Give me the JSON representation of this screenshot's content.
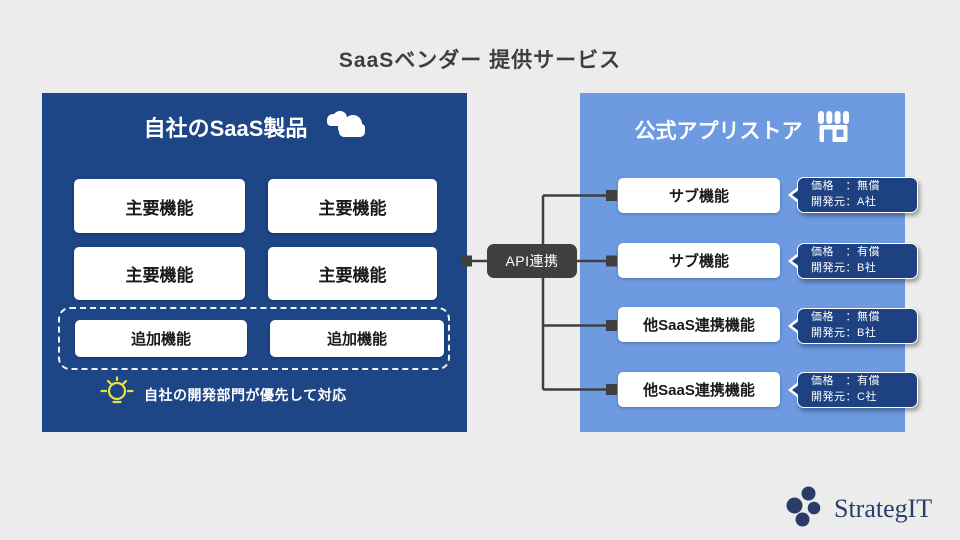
{
  "title": "SaaSベンダー 提供サービス",
  "colors": {
    "background": "#ECECEC",
    "left_panel": "#1E4687",
    "right_panel": "#6D9AE0",
    "connector": "#3F3F3F",
    "tag": "#1E4182",
    "bulb": "#E7E43C",
    "logo": "#2C3C69"
  },
  "left_panel": {
    "title": "自社のSaaS製品",
    "icon": "cloud-icon",
    "features": [
      "主要機能",
      "主要機能",
      "主要機能",
      "主要機能"
    ],
    "additional_features": [
      "追加機能",
      "追加機能"
    ],
    "note": "自社の開発部門が優先して対応"
  },
  "connector": {
    "label": "API連携"
  },
  "right_panel": {
    "title": "公式アプリストア",
    "icon": "store-icon",
    "apps": [
      {
        "name": "サブ機能",
        "price": "価格　：無償",
        "developer": "開発元：A社"
      },
      {
        "name": "サブ機能",
        "price": "価格　：有償",
        "developer": "開発元：B社"
      },
      {
        "name": "他SaaS連携機能",
        "price": "価格　：無償",
        "developer": "開発元：B社"
      },
      {
        "name": "他SaaS連携機能",
        "price": "価格　：有償",
        "developer": "開発元：C社"
      }
    ]
  },
  "footer": {
    "logo_text": "StrategIT"
  }
}
